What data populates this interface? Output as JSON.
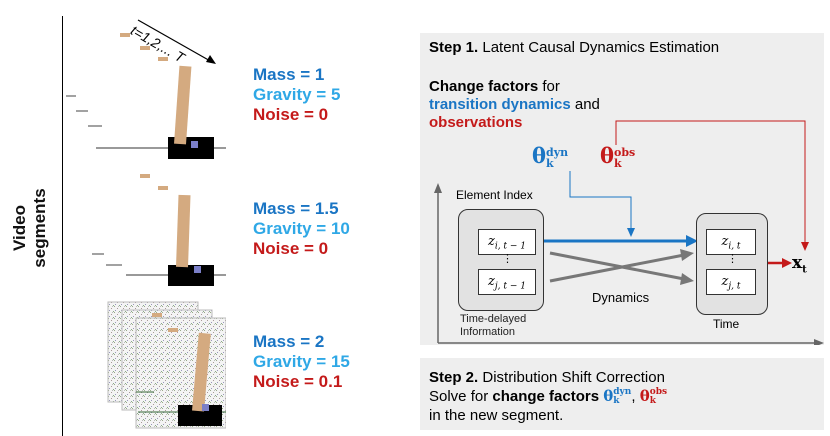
{
  "left": {
    "video_label": "Video segments",
    "time_label": "t=1,2,... T"
  },
  "segments": [
    {
      "mass": "Mass = 1",
      "gravity": "Gravity = 5",
      "noise": "Noise = 0"
    },
    {
      "mass": "Mass = 1.5",
      "gravity": "Gravity = 10",
      "noise": "Noise = 0"
    },
    {
      "mass": "Mass = 2",
      "gravity": "Gravity = 15",
      "noise": "Noise = 0.1"
    }
  ],
  "step1": {
    "title_bold": "Step 1.",
    "title_rest": "Latent Causal Dynamics Estimation",
    "change_bold": "Change factors",
    "change_rest": "for",
    "transition": "transition dynamics",
    "and": "and",
    "observations": "observations",
    "theta_dyn_base": "θ",
    "theta_dyn_sub": "k",
    "theta_dyn_sup": "dyn",
    "theta_obs_base": "θ",
    "theta_obs_sub": "k",
    "theta_obs_sup": "obs",
    "element_index": "Element Index",
    "time_delayed": "Time-delayed Information",
    "dynamics": "Dynamics",
    "time": "Time",
    "x_base": "x",
    "x_sub": "t",
    "z_left_top_base": "z",
    "z_left_top_sub": "i, t − 1",
    "z_left_bot_base": "z",
    "z_left_bot_sub": "j, t − 1",
    "z_right_top_base": "z",
    "z_right_top_sub": "i, t",
    "z_right_bot_base": "z",
    "z_right_bot_sub": "j, t",
    "dots": "⋮"
  },
  "step2": {
    "title_bold": "Step 2.",
    "title_rest": "Distribution Shift Correction",
    "solve_pre": "Solve for",
    "solve_bold": "change factors",
    "theta_base": "θ",
    "theta_sub": "k",
    "theta_sup_dyn": "dyn",
    "theta_sup_obs": "obs",
    "comma": ",",
    "line3": "in the new segment."
  }
}
